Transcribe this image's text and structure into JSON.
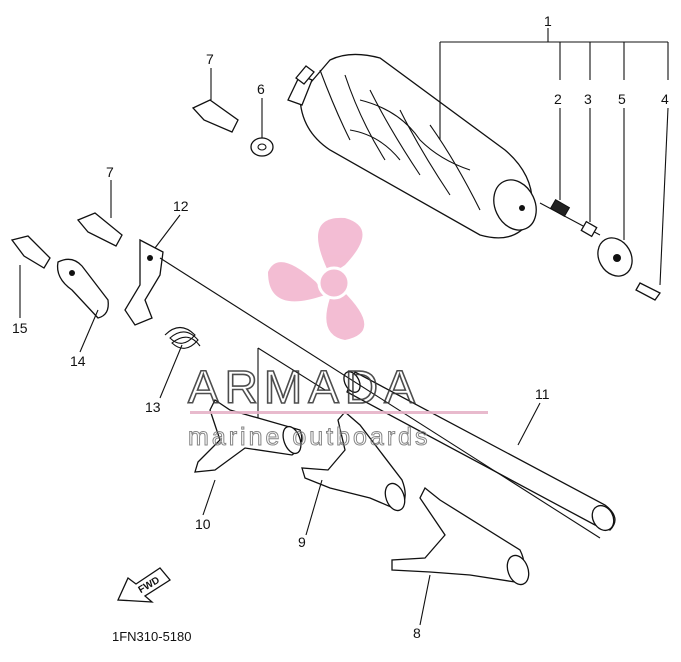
{
  "diagram": {
    "part_numbers": [
      "1",
      "2",
      "3",
      "5",
      "4",
      "7",
      "6",
      "7",
      "12",
      "15",
      "14",
      "13",
      "11",
      "10",
      "9",
      "8"
    ],
    "direction_label": "FWD",
    "drawing_code": "1FN310-5180"
  },
  "watermark": {
    "brand": "ARMADA",
    "tagline": "marine outboards",
    "colors": {
      "propeller": "#f2b6cf",
      "brand_text": "#3a3a3a",
      "divider": "#e6b3c8"
    }
  }
}
